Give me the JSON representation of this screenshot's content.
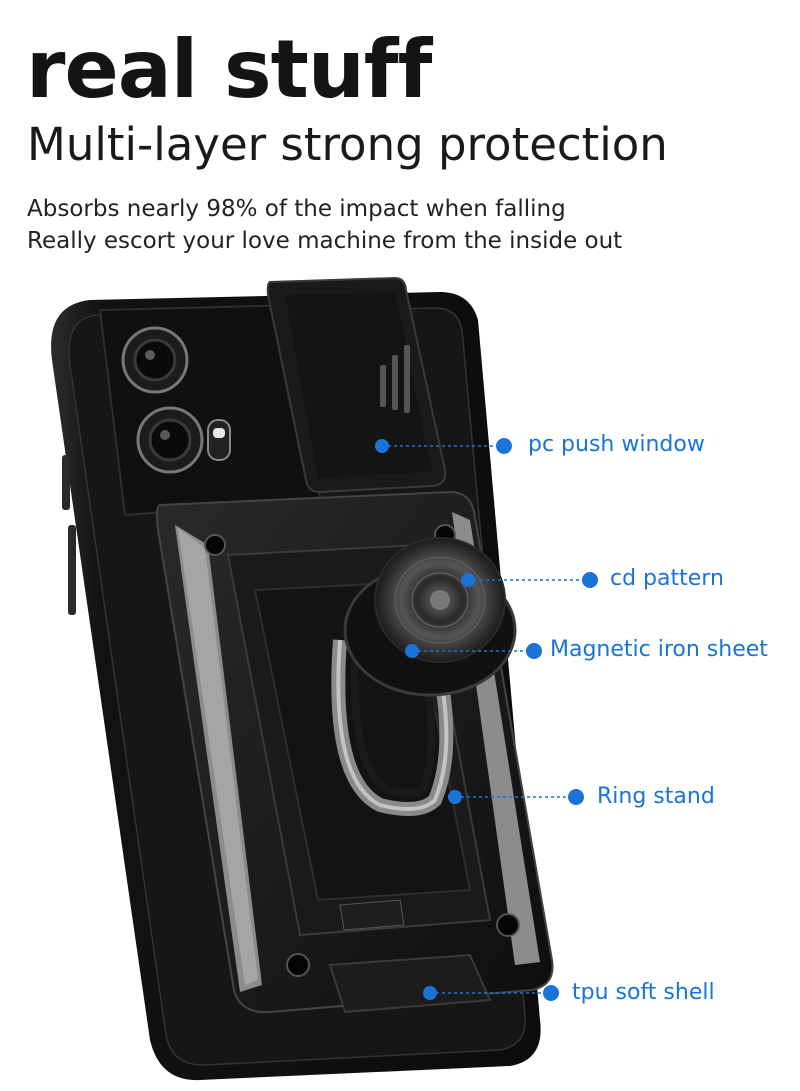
{
  "header": {
    "title": "real stuff",
    "subtitle": "Multi-layer strong protection",
    "lines": [
      "Absorbs nearly 98% of the impact when falling",
      "Really escort your love machine from the inside out"
    ]
  },
  "callouts": [
    {
      "id": "pc-push-window",
      "label": "pc push window"
    },
    {
      "id": "cd-pattern",
      "label": "cd pattern"
    },
    {
      "id": "magnetic-iron-sheet",
      "label": "Magnetic iron sheet"
    },
    {
      "id": "ring-stand",
      "label": "Ring stand"
    },
    {
      "id": "tpu-soft-shell",
      "label": "tpu soft shell"
    }
  ],
  "colors": {
    "accent": "#1a73d6",
    "case_body": "#161616",
    "case_highlight": "#3a3a3a",
    "metal": "#9a9a9a"
  }
}
